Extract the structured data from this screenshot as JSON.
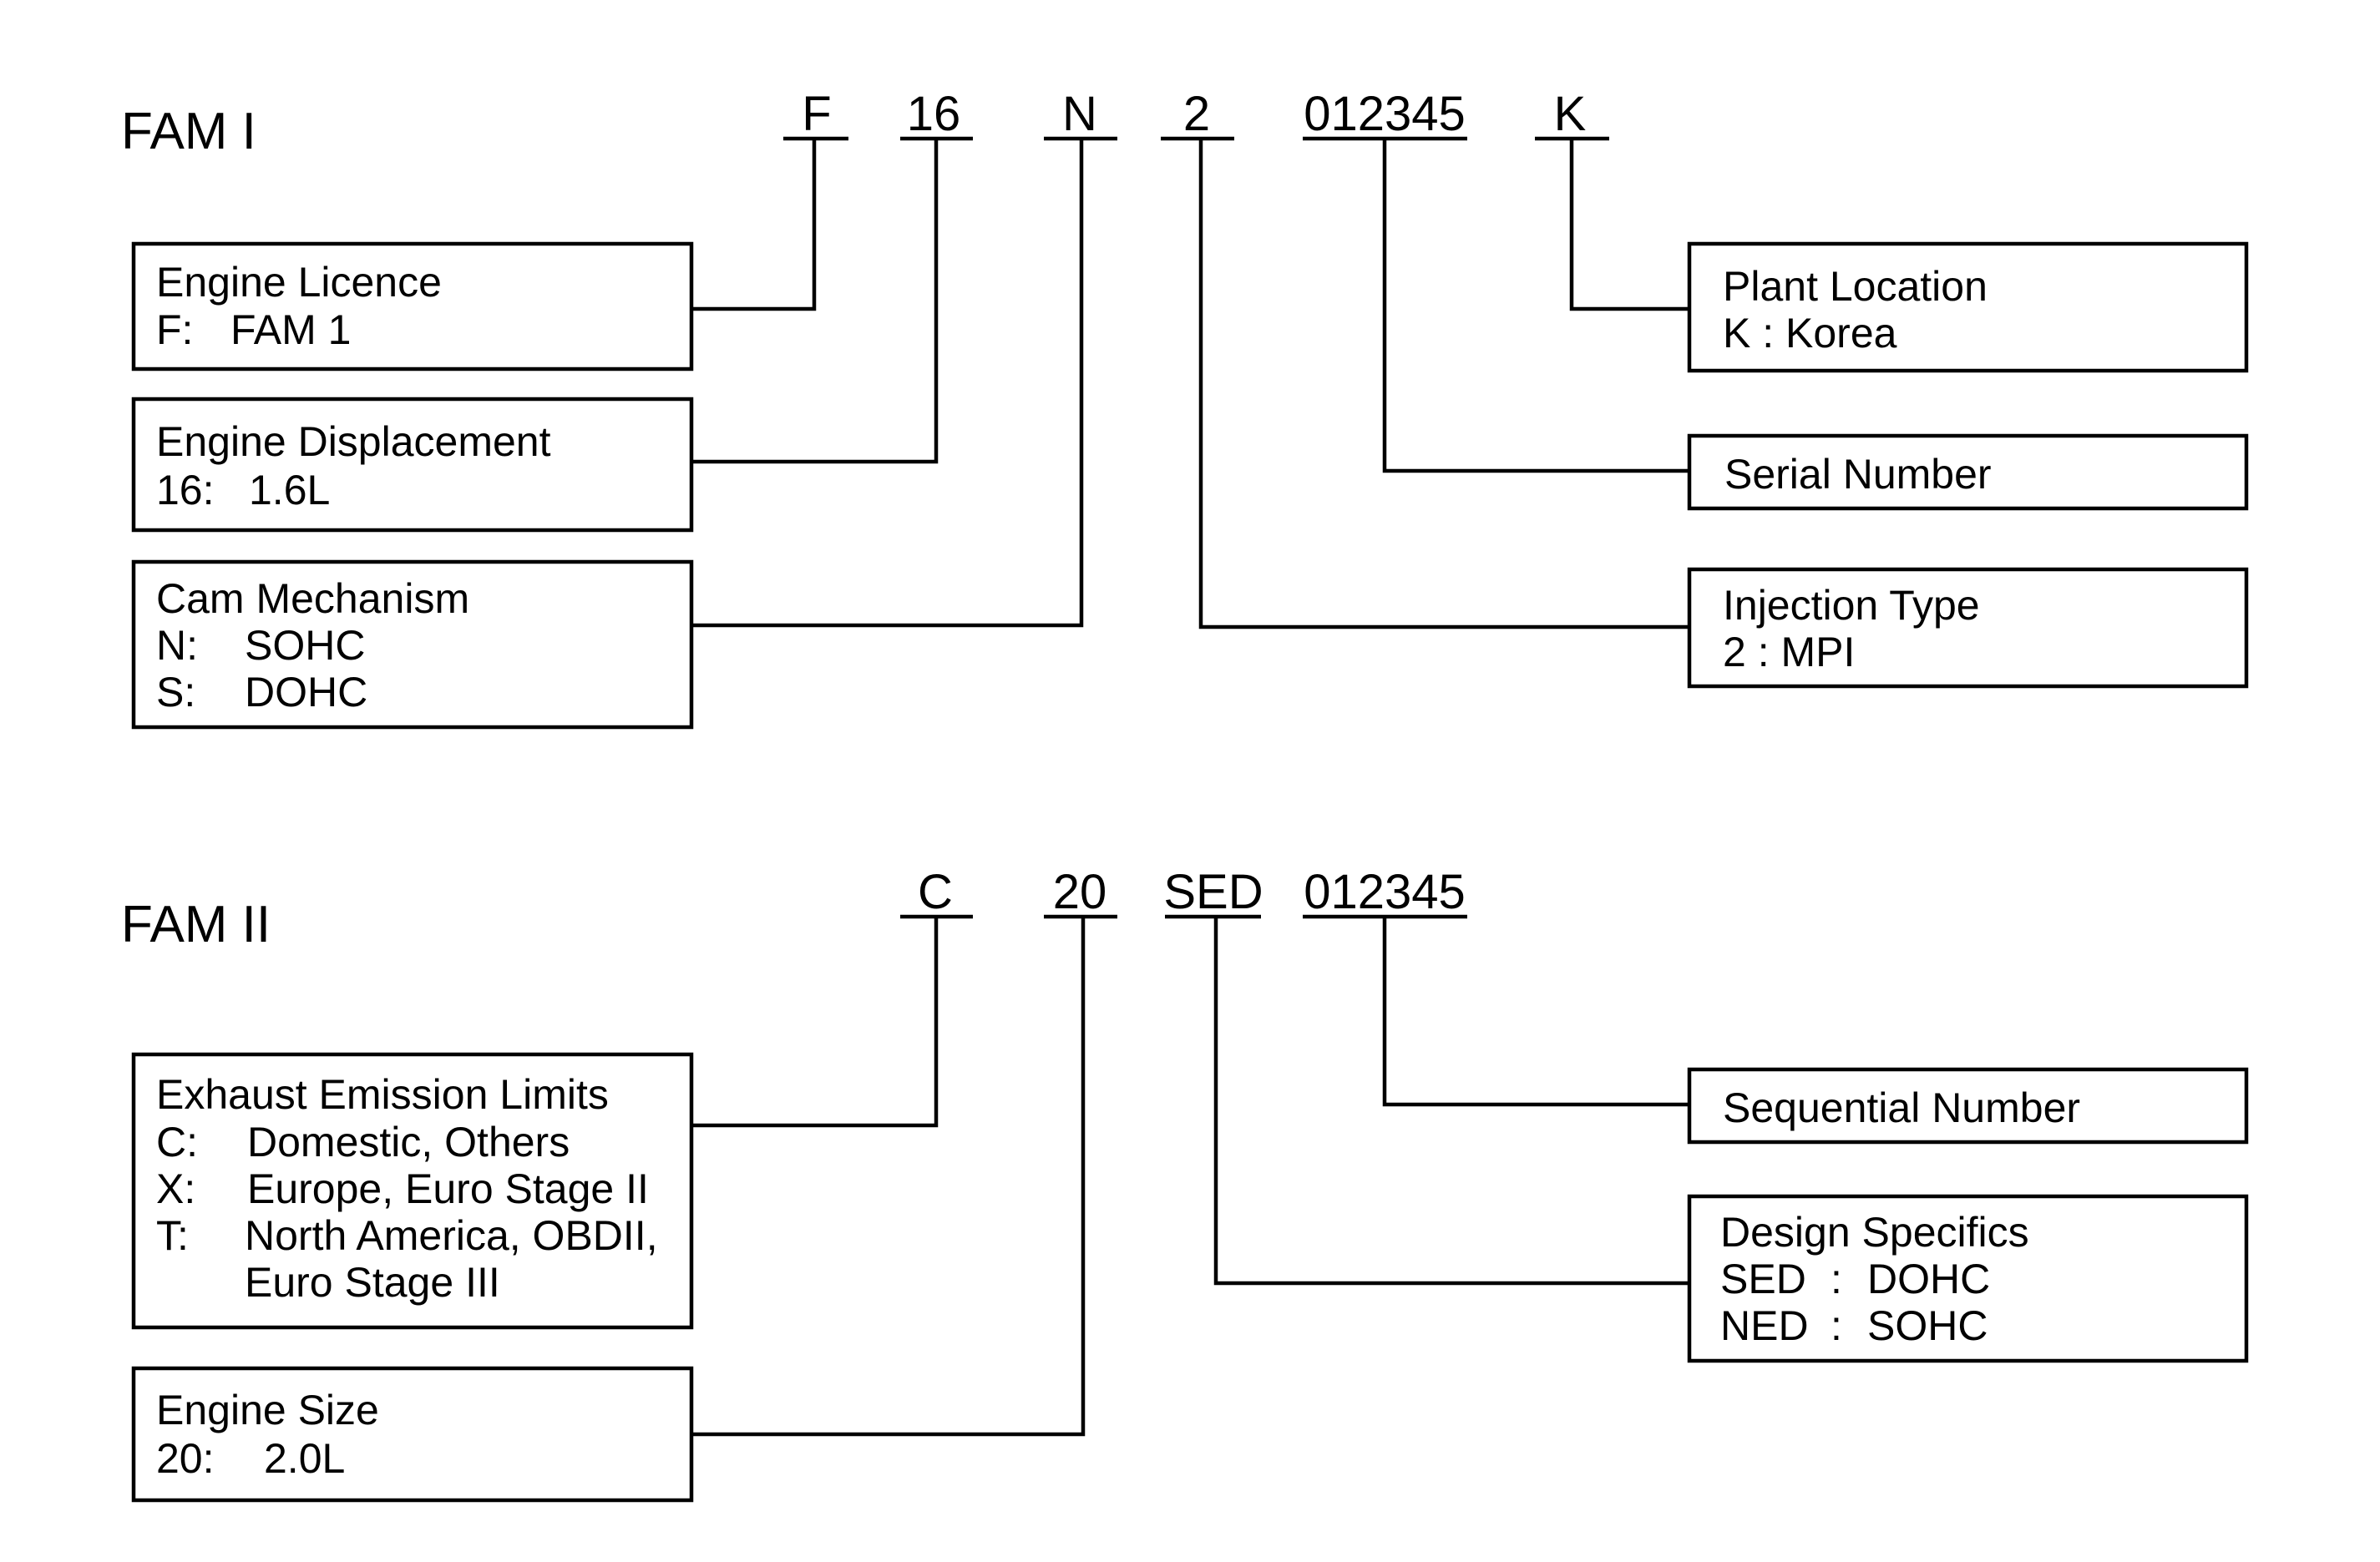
{
  "fam1": {
    "title": "FAM I",
    "codes": [
      "F",
      "16",
      "N",
      "2",
      "012345",
      "K"
    ],
    "boxes": {
      "engine_licence": [
        "Engine Licence",
        "F:",
        "FAM 1"
      ],
      "engine_displacement": [
        "Engine Displacement",
        "16:",
        "1.6L"
      ],
      "cam_mechanism": [
        "Cam Mechanism",
        "N:",
        "SOHC",
        "S:",
        "DOHC"
      ],
      "plant_location": [
        "Plant Location",
        "K : Korea"
      ],
      "serial_number": [
        "Serial Number"
      ],
      "injection_type": [
        "Injection Type",
        "2 : MPI"
      ]
    }
  },
  "fam2": {
    "title": "FAM II",
    "codes": [
      "C",
      "20",
      "SED",
      "012345"
    ],
    "boxes": {
      "exhaust_emission": [
        "Exhaust Emission Limits",
        "C:",
        "Domestic, Others",
        "X:",
        "Europe, Euro Stage II",
        "T:",
        "North America, OBDII,",
        "Euro Stage III"
      ],
      "engine_size": [
        "Engine Size",
        "20:",
        "2.0L"
      ],
      "sequential_number": [
        "Sequential Number"
      ],
      "design_specifics": [
        "Design Specifics",
        "SED",
        ":",
        "DOHC",
        "NED",
        ":",
        "SOHC"
      ]
    }
  }
}
